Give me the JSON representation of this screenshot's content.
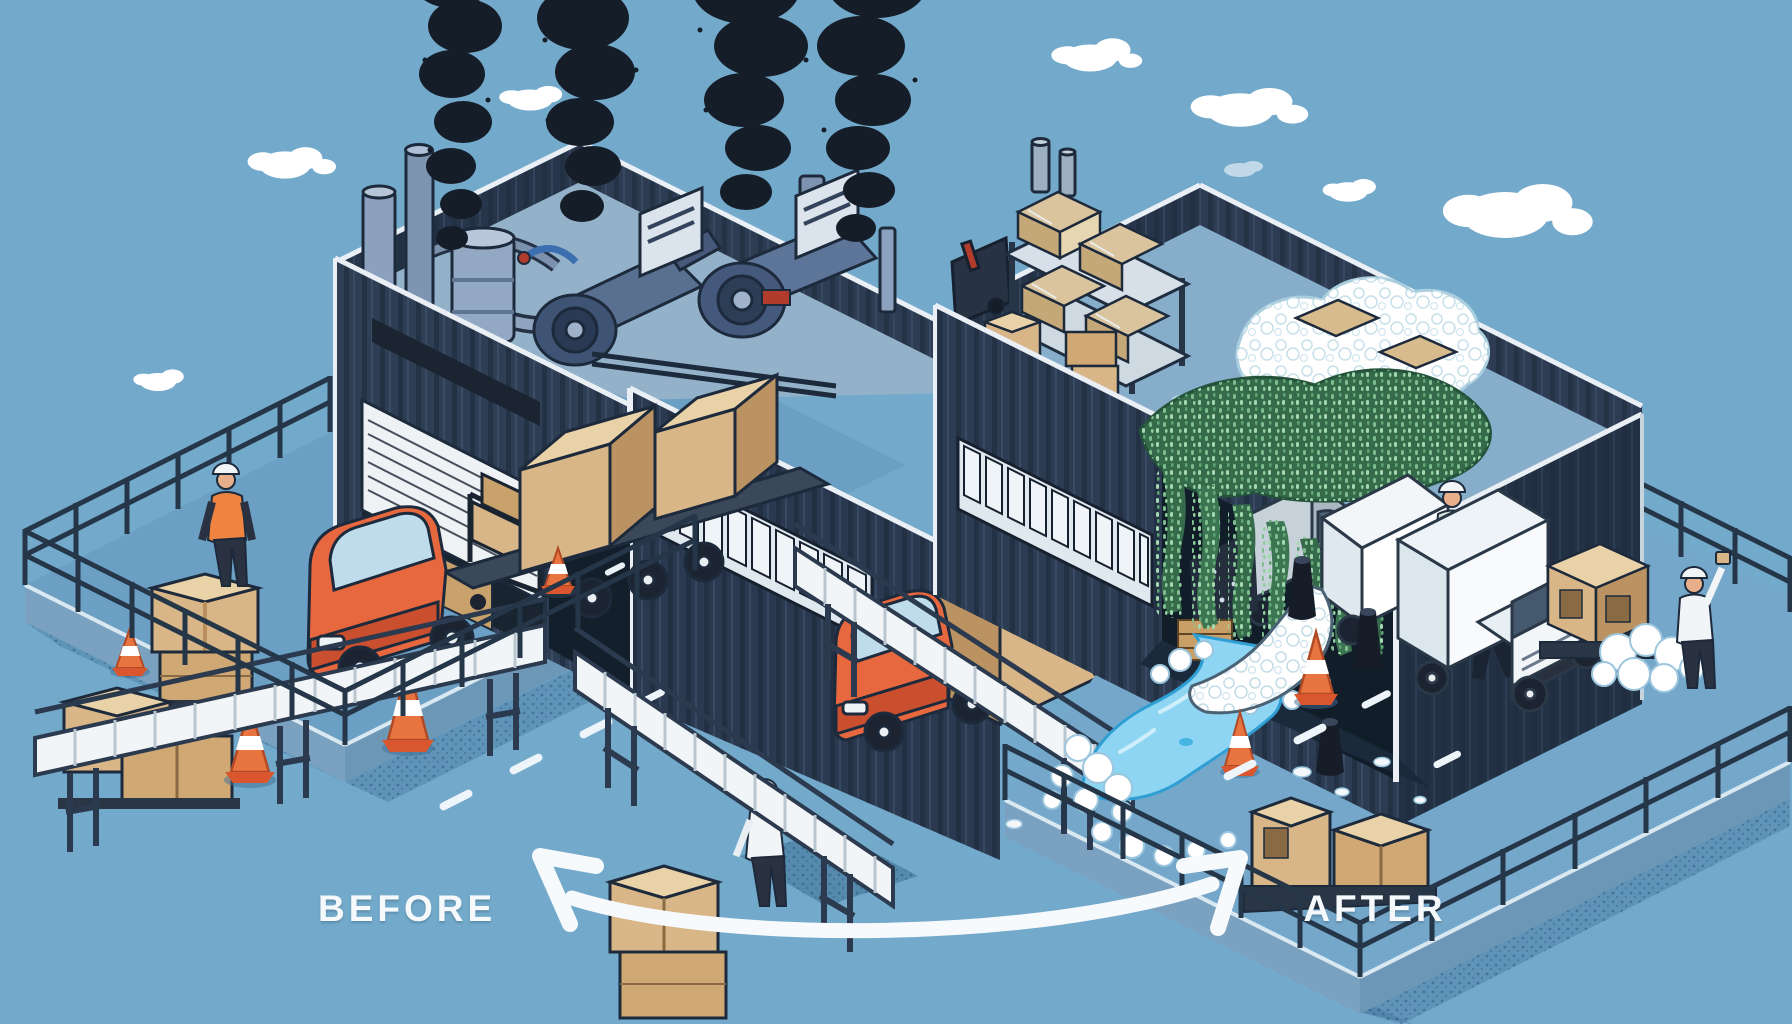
{
  "meta": {
    "title_semantic": "factory-logistics-before-after-illustration"
  },
  "labels": {
    "before": "BEFORE",
    "after": "AFTER"
  },
  "colors": {
    "sky": "#73aacb",
    "building_wall": "#2d3c52",
    "building_wall_shaded": "#26354a",
    "yard_floor": "#6b9fc4",
    "yard_floor_right": "#74a7ca",
    "smoke": "#151d29",
    "truck_orange": "#e7673f",
    "truck_white": "#f3f6f8",
    "cardboard": "#d8b687",
    "cone_orange": "#e8743f",
    "ivy_green": "#4a8a5e",
    "water_blue": "#8ed5f3",
    "foam_white": "#ffffff",
    "arrow_and_labels": "#f7fafc"
  },
  "scene": {
    "before_side_elements": [
      "polluting-factory",
      "rooftop-machinery",
      "smoke-plumes",
      "roll-up-dock-door",
      "window-strip",
      "orange-flatbed-truck",
      "orange-box-truck",
      "cardboard-box-stacks",
      "traffic-cones",
      "worker-orange-vest",
      "worker-white-shirt",
      "guard-railings",
      "lane-dashes"
    ],
    "after_side_elements": [
      "green-factory",
      "ivy-curtain",
      "rooftop-storage-rack",
      "rooftop-foam-pile",
      "chimneys-no-smoke",
      "dock-opening",
      "gray-truck-in-dock",
      "foam-spilling-truck",
      "white-box-truck",
      "water-foam-stream",
      "camo-worker",
      "dark-figure-with-cone",
      "bollards",
      "pallet-boxes",
      "foam-bush",
      "worker-white-cap",
      "guard-railings",
      "traffic-cones"
    ],
    "shared_elements": [
      "roller-conveyors",
      "clouds",
      "curved-double-arrow"
    ]
  }
}
